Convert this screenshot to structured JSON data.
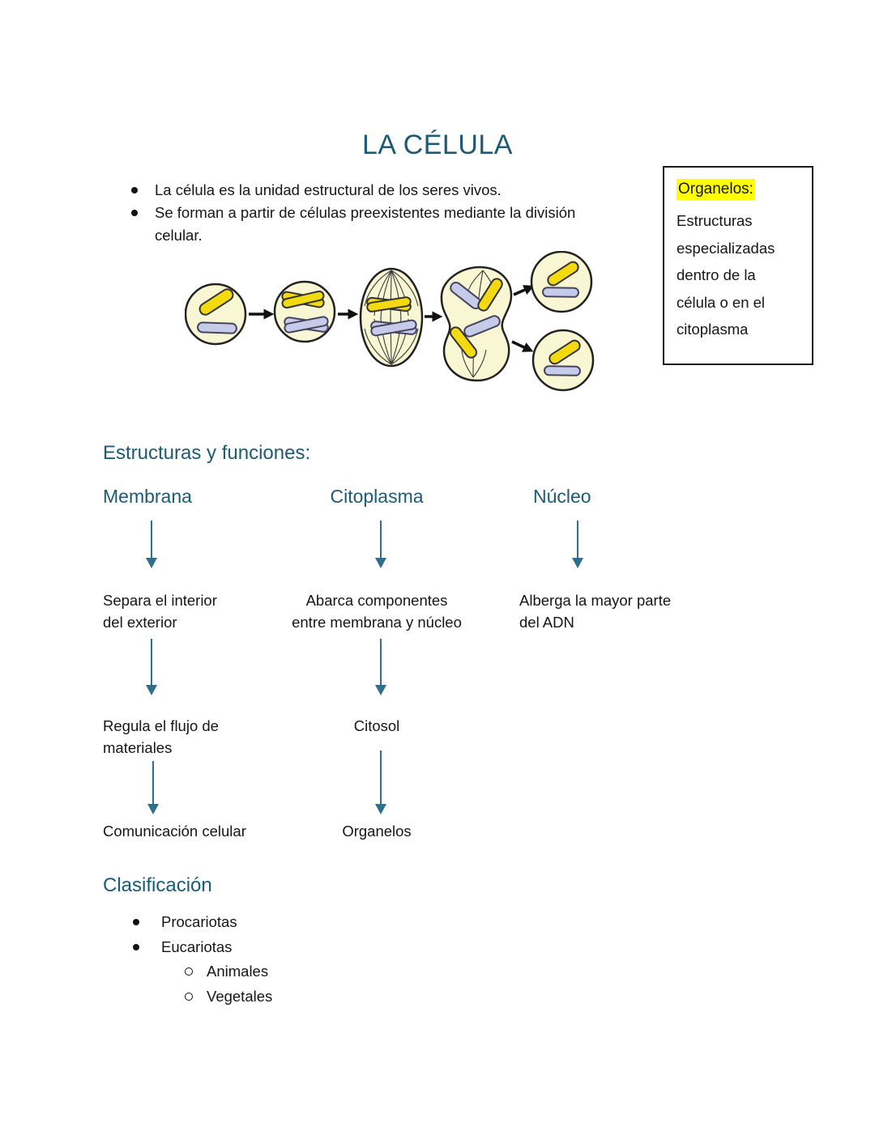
{
  "title": "LA CÉLULA",
  "intro_bullets": [
    "La célula es la unidad estructural de los seres vivos.",
    "Se forman a partir de células preexistentes mediante la división\ncelular."
  ],
  "side_note": {
    "heading": "Organelos:",
    "body": "Estructuras\nespecializadas\ndentro de la\ncélula o en el\ncitoplasma"
  },
  "diagram": {
    "label": "mitosis-cell-division-illustration",
    "stage_count": 5
  },
  "sections": {
    "structures": {
      "heading": "Estructuras y funciones:",
      "columns": [
        {
          "header": "Membrana",
          "steps": [
            "Separa el interior\ndel exterior",
            "Regula el flujo de\nmateriales",
            "Comunicación celular"
          ]
        },
        {
          "header": "Citoplasma",
          "steps": [
            "Abarca componentes\nentre membrana y núcleo",
            "Citosol",
            "Organelos"
          ]
        },
        {
          "header": "Núcleo",
          "steps": [
            "Alberga la mayor parte\ndel ADN"
          ]
        }
      ]
    },
    "classification": {
      "heading": "Clasificación",
      "items": [
        "Procariotas",
        "Eucariotas"
      ],
      "sub_items": [
        "Animales",
        "Vegetales"
      ]
    }
  },
  "theme": {
    "heading_color": "#1d5b75",
    "arrow_color": "#2e6f8e",
    "highlight_color": "#ffff00",
    "text_color": "#161616",
    "cell_fill": "#f9f6d4",
    "chromosome_yellow": "#f3d90f",
    "chromosome_lavender": "#c7cbea",
    "outline_color": "#222222"
  }
}
